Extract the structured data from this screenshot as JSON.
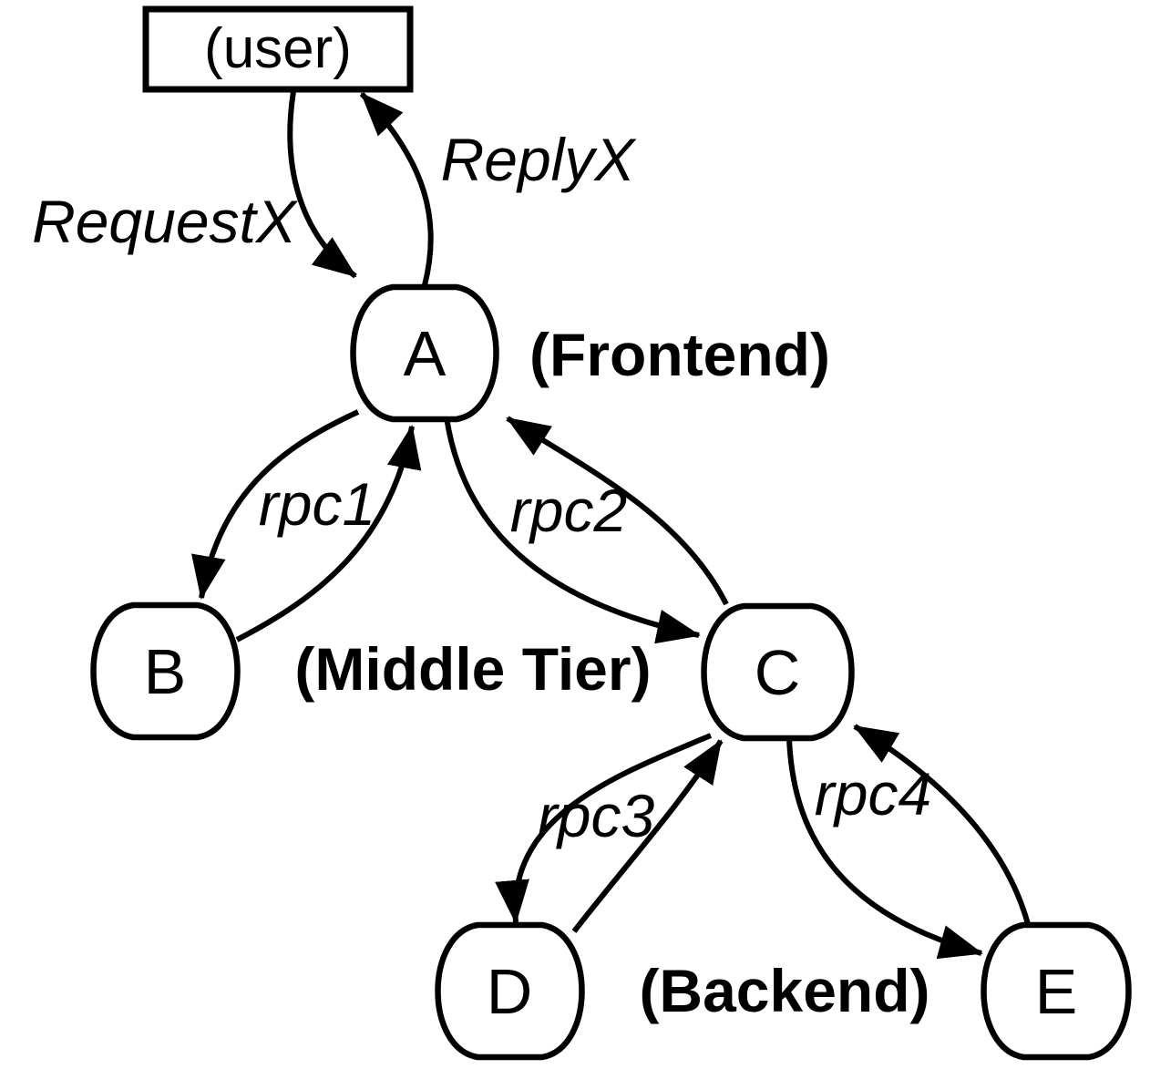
{
  "diagram": {
    "type": "rpc-call-graph",
    "background_color": "#ffffff",
    "ink_color": "#000000",
    "nodes": [
      {
        "id": "user",
        "label": "(user)",
        "shape": "rectangle"
      },
      {
        "id": "A",
        "label": "A",
        "shape": "rounded-box"
      },
      {
        "id": "B",
        "label": "B",
        "shape": "rounded-box"
      },
      {
        "id": "C",
        "label": "C",
        "shape": "rounded-box"
      },
      {
        "id": "D",
        "label": "D",
        "shape": "rounded-box"
      },
      {
        "id": "E",
        "label": "E",
        "shape": "rounded-box"
      }
    ],
    "tier_labels": [
      {
        "text": "(Frontend)",
        "applies_to": "A"
      },
      {
        "text": "(Middle Tier)",
        "applies_to": "B, C"
      },
      {
        "text": "(Backend)",
        "applies_to": "D, E"
      }
    ],
    "edges": [
      {
        "from": "user",
        "to": "A",
        "label": "RequestX"
      },
      {
        "from": "A",
        "to": "user",
        "label": "ReplyX"
      },
      {
        "from": "A",
        "to": "B",
        "label": "rpc1"
      },
      {
        "from": "B",
        "to": "A",
        "label": ""
      },
      {
        "from": "A",
        "to": "C",
        "label": "rpc2"
      },
      {
        "from": "C",
        "to": "A",
        "label": ""
      },
      {
        "from": "C",
        "to": "D",
        "label": "rpc3"
      },
      {
        "from": "D",
        "to": "C",
        "label": ""
      },
      {
        "from": "C",
        "to": "E",
        "label": "rpc4"
      },
      {
        "from": "E",
        "to": "C",
        "label": ""
      }
    ]
  }
}
